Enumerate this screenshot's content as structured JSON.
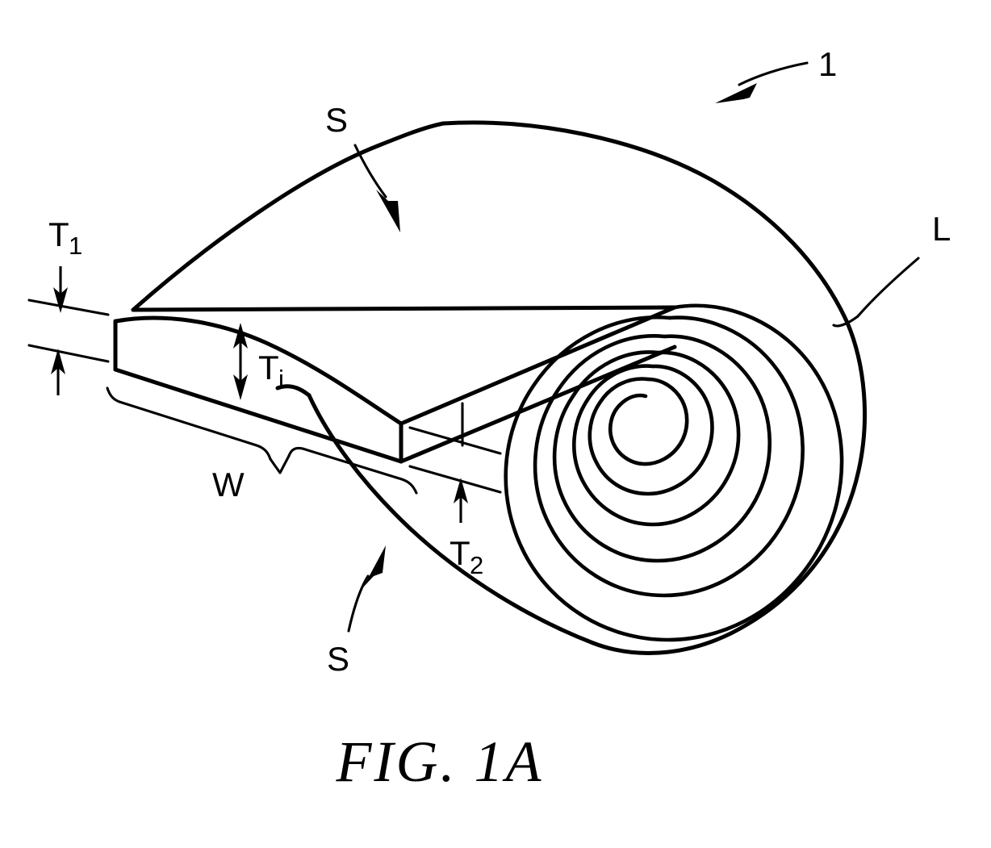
{
  "figure": {
    "caption": "FIG. 1A",
    "title": "FIG. 1A"
  },
  "labels": {
    "assembly": "1",
    "length": "L",
    "surface_top": "S",
    "surface_bottom": "S",
    "width": "W",
    "thickness_interior": "T",
    "thickness_interior_sub": "i",
    "thickness_one": "T",
    "thickness_one_sub": "1",
    "thickness_two": "T",
    "thickness_two_sub": "2"
  },
  "colors": {
    "ink": "#000000",
    "background": "#ffffff"
  },
  "elements": {
    "roll_name": "wound strip roll",
    "strip_name": "tapered strip segment",
    "spiral_name": "spiral wound cross-section"
  }
}
